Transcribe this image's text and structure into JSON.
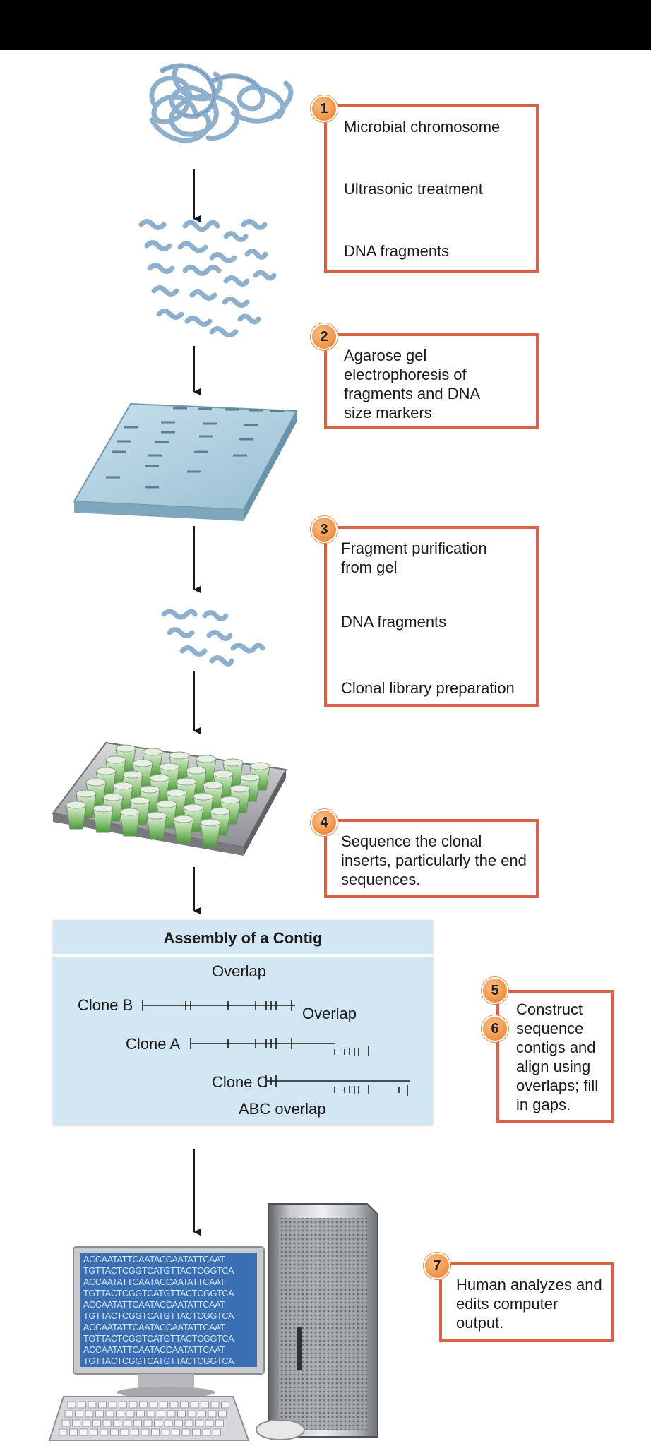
{
  "steps": [
    {
      "num": "1",
      "lines": [
        "Microbial chromosome",
        "Ultrasonic treatment",
        "DNA fragments"
      ]
    },
    {
      "num": "2",
      "text": "Agarose gel electrophoresis of fragments and DNA size markers"
    },
    {
      "num": "3",
      "lines": [
        "Fragment purification from gel",
        "DNA fragments",
        "Clonal library preparation"
      ]
    },
    {
      "num": "4",
      "text": "Sequence the clonal inserts, particularly the end sequences."
    },
    {
      "num": "5",
      "num2": "6",
      "text": "Construct sequence contigs and align using overlaps; fill in gaps."
    },
    {
      "num": "7",
      "text": "Human analyzes and edits computer output."
    }
  ],
  "contig": {
    "title": "Assembly of a Contig",
    "overlap_top": "Overlap",
    "overlap_right": "Overlap",
    "clone_b": "Clone B",
    "clone_a": "Clone A",
    "clone_c": "Clone C",
    "abc_overlap": "ABC overlap"
  },
  "screen_lines": [
    "ACCAATATTCAATACCAATATTCAAT",
    "TGTTACTCGGTCATGTTACTCGGTCA",
    "ACCAATATTCAATACCAATATTCAAT",
    "TGTTACTCGGTCATGTTACTCGGTCA",
    "ACCAATATTCAATACCAATATTCAAT",
    "TGTTACTCGGTCATGTTACTCGGTCA",
    "ACCAATATTCAATACCAATATTCAAT",
    "TGTTACTCGGTCATGTTACTCGGTCA",
    "ACCAATATTCAATACCAATATTCAAT",
    "TGTTACTCGGTCATGTTACTCGGTCA"
  ],
  "colors": {
    "box_border": "#d9614a",
    "badge": "#f39a4f",
    "panel": "#d2e7f3",
    "dna": "#8eb0cc",
    "gel": "#b3d2e2",
    "screen": "#3a6fb3"
  }
}
